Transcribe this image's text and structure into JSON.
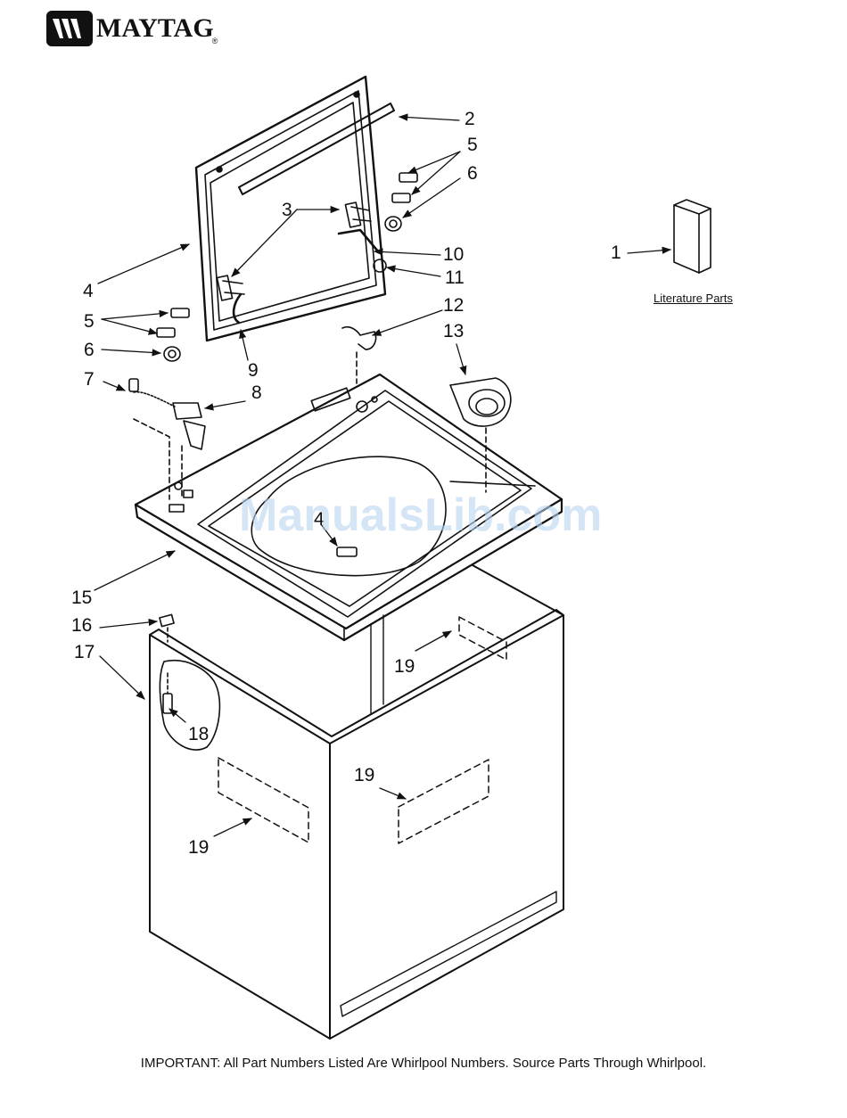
{
  "brand": {
    "name": "MAYTAG",
    "registered_mark": "®"
  },
  "literature_label": "Literature Parts",
  "watermark": "ManualsLib.com",
  "footer_note": "IMPORTANT: All Part Numbers Listed Are Whirlpool Numbers. Source Parts Through Whirlpool.",
  "callouts": {
    "c1": "1",
    "c2": "2",
    "c3": "3",
    "c4a": "4",
    "c4b": "4",
    "c5a": "5",
    "c5b": "5",
    "c6a": "6",
    "c6b": "6",
    "c7": "7",
    "c8": "8",
    "c9": "9",
    "c10": "10",
    "c11": "11",
    "c12": "12",
    "c13": "13",
    "c15": "15",
    "c16": "16",
    "c17": "17",
    "c18": "18",
    "c19a": "19",
    "c19b": "19",
    "c19c": "19"
  }
}
